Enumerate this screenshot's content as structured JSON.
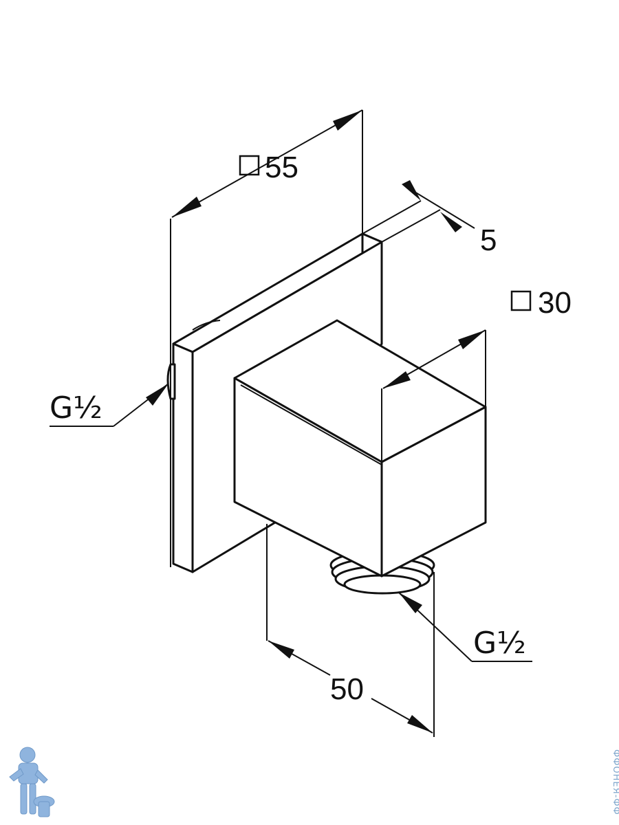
{
  "dimensions": {
    "plate_size": {
      "symbol": "□",
      "value": "55"
    },
    "plate_thickness": {
      "value": "5"
    },
    "block_size": {
      "symbol": "□",
      "value": "30"
    },
    "depth": {
      "value": "50"
    },
    "thread_back": {
      "label": "G½"
    },
    "thread_bottom": {
      "label": "G½"
    }
  },
  "watermark": {
    "text": "ФФОНЕЯ-ФФ"
  },
  "colors": {
    "line": "#111111",
    "background": "#ffffff",
    "logo": "#8fb4de"
  }
}
